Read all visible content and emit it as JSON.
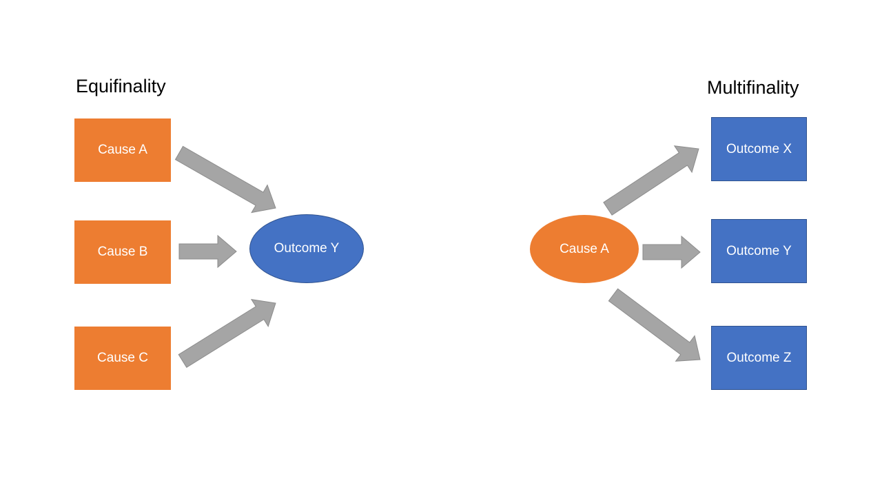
{
  "colors": {
    "cause": "#ed7d31",
    "outcome": "#4472c4",
    "arrow_fill": "#a5a5a5",
    "arrow_stroke": "#8c8c8c",
    "background": "#ffffff"
  },
  "equifinality": {
    "heading": "Equifinality",
    "causes": [
      "Cause A",
      "Cause B",
      "Cause C"
    ],
    "outcome": "Outcome Y"
  },
  "multifinality": {
    "heading": "Multifinality",
    "cause": "Cause A",
    "outcomes": [
      "Outcome X",
      "Outcome Y",
      "Outcome Z"
    ]
  },
  "edges": [
    {
      "from": "equifinality.causes.0",
      "to": "equifinality.outcome"
    },
    {
      "from": "equifinality.causes.1",
      "to": "equifinality.outcome"
    },
    {
      "from": "equifinality.causes.2",
      "to": "equifinality.outcome"
    },
    {
      "from": "multifinality.cause",
      "to": "multifinality.outcomes.0"
    },
    {
      "from": "multifinality.cause",
      "to": "multifinality.outcomes.1"
    },
    {
      "from": "multifinality.cause",
      "to": "multifinality.outcomes.2"
    }
  ]
}
